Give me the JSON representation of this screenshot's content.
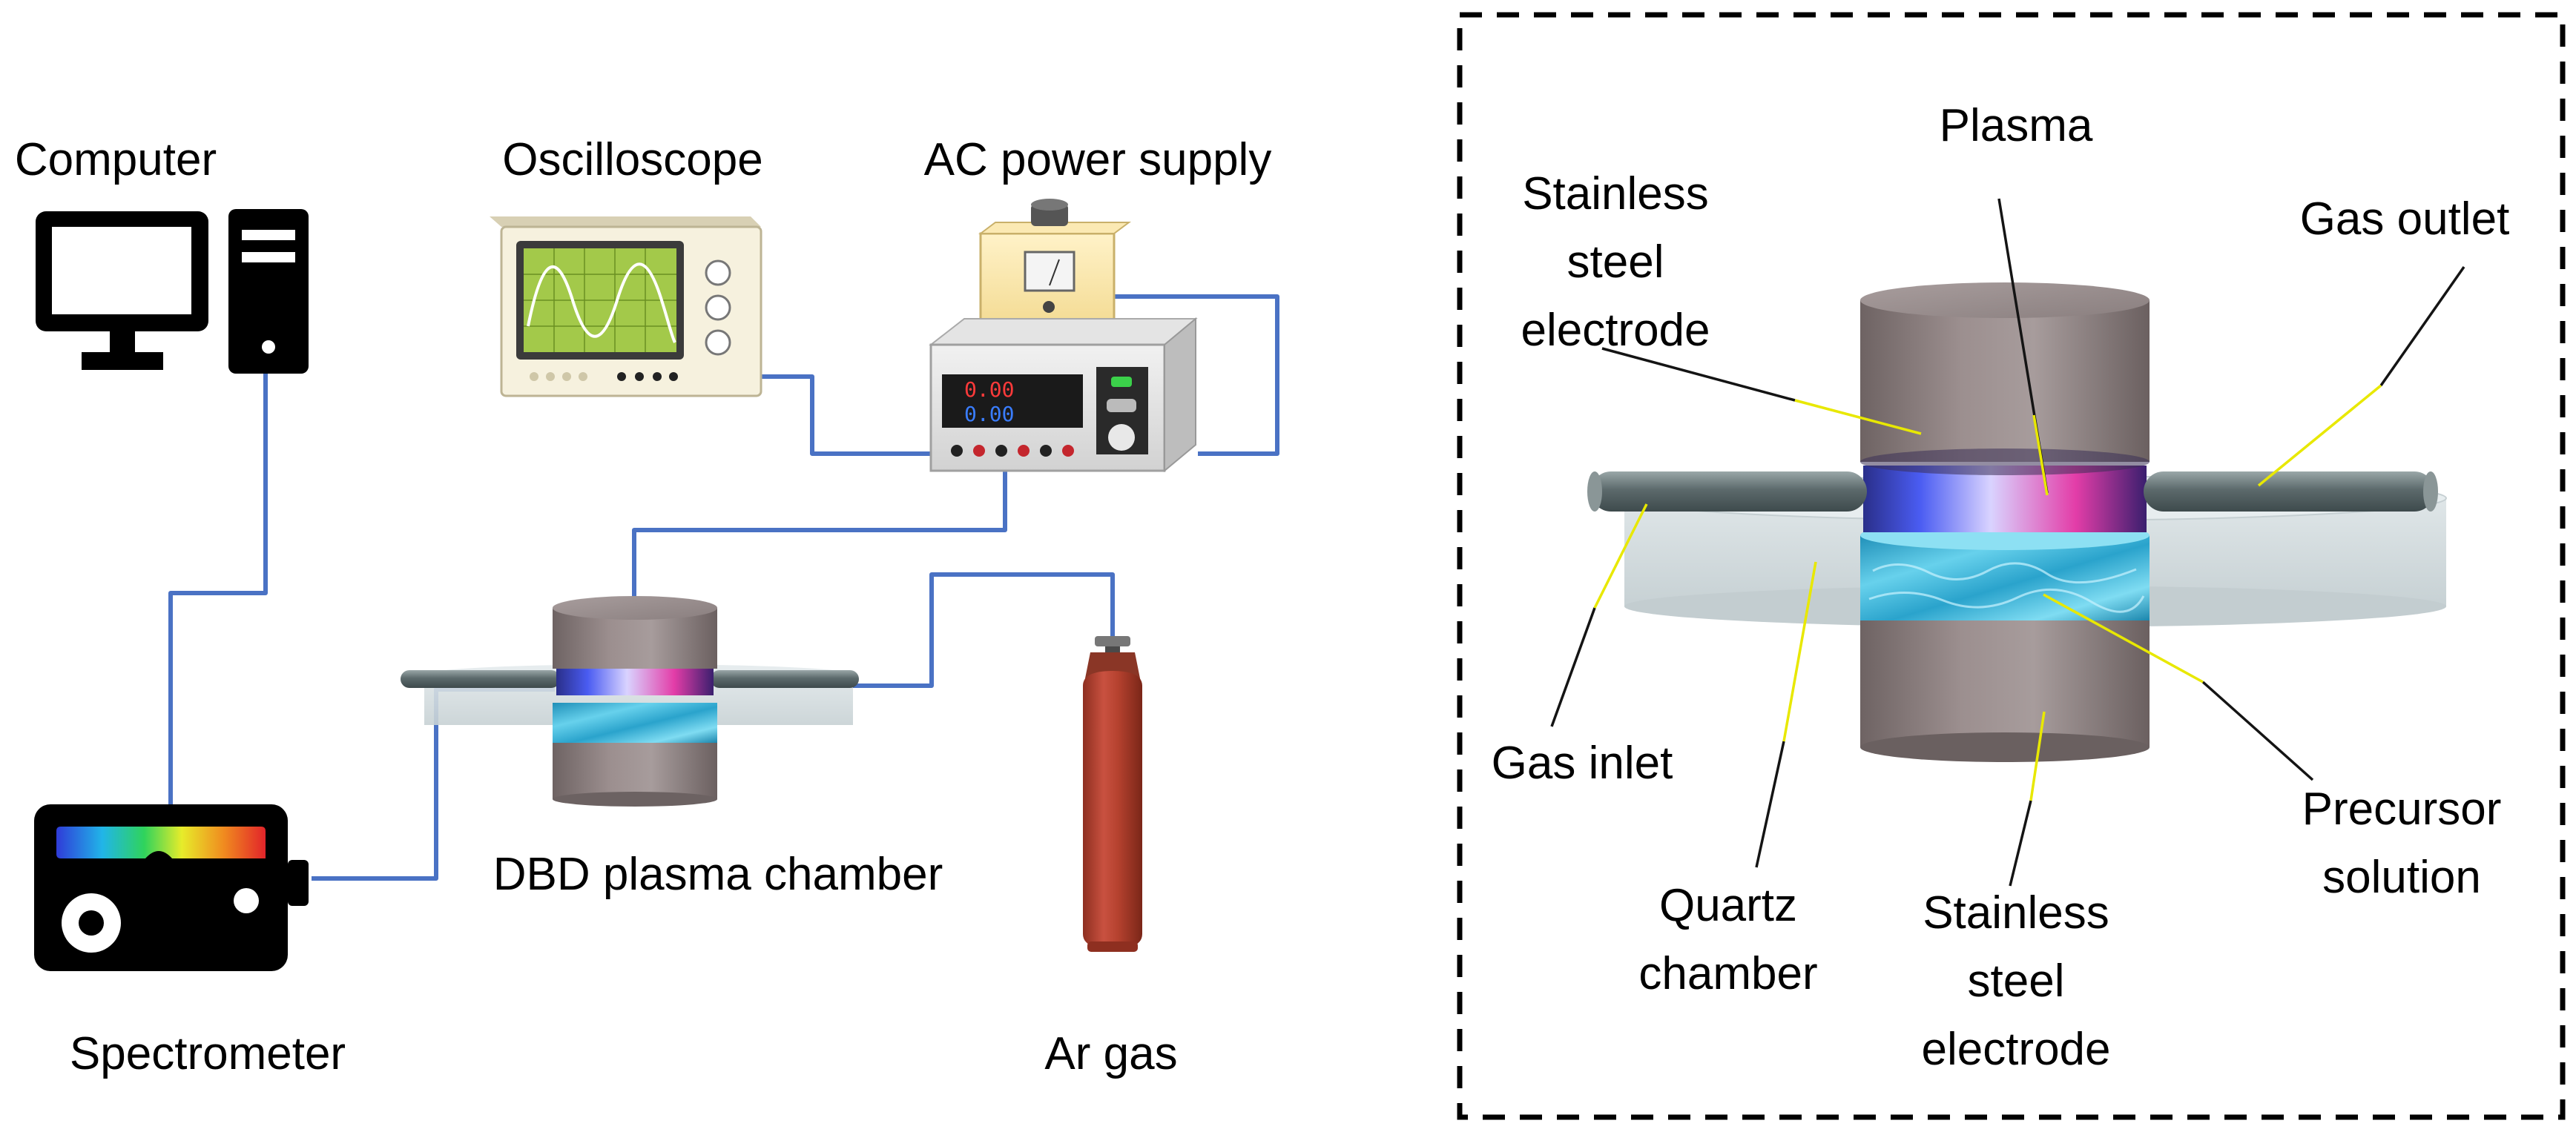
{
  "left_labels": {
    "computer": "Computer",
    "oscilloscope": "Oscilloscope",
    "ac_power_supply": "AC power supply",
    "dbd_chamber": "DBD plasma chamber",
    "spectrometer": "Spectrometer",
    "ar_gas": "Ar gas"
  },
  "right_labels": {
    "plasma": "Plasma",
    "top_electrode": [
      "Stainless",
      "steel",
      "electrode"
    ],
    "gas_outlet": "Gas outlet",
    "gas_inlet": "Gas inlet",
    "quartz_chamber": [
      "Quartz",
      "chamber"
    ],
    "bottom_electrode": [
      "Stainless",
      "steel",
      "electrode"
    ],
    "precursor_solution": [
      "Precursor",
      "solution"
    ]
  },
  "power_supply_display": {
    "top": "0.00",
    "bottom": "0.00"
  },
  "colors": {
    "wire": "#4a72c4",
    "gas_cylinder": "#b4412e",
    "electrode": "#8c8080",
    "liquid": "#3fb4d6",
    "frame": "#000000"
  }
}
